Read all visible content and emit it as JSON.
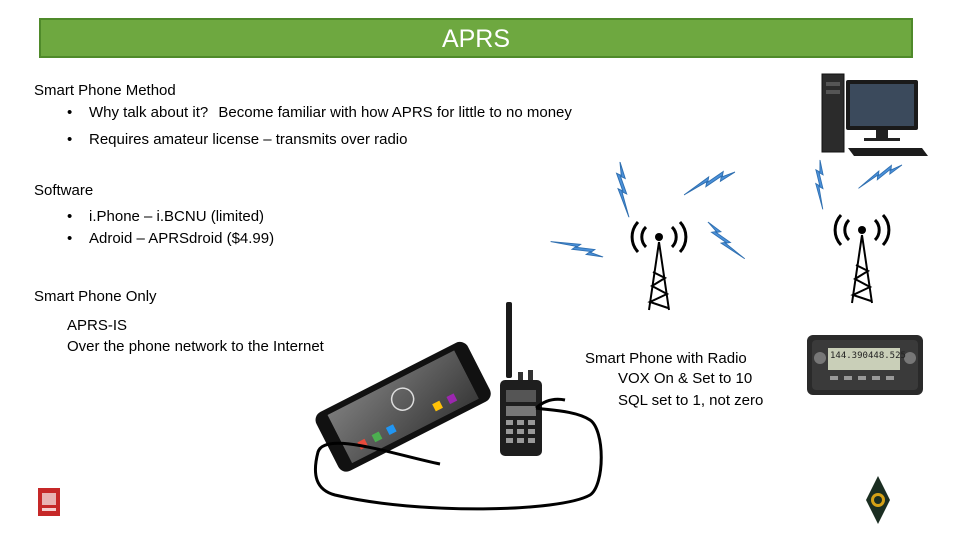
{
  "title": "APRS",
  "sections": {
    "smart_phone_method": {
      "heading": "Smart Phone Method",
      "bullets": [
        {
          "text": "Why talk about it?",
          "extra": "Become familiar with how APRS for little to no money"
        },
        {
          "text": "Requires amateur license – transmits over radio"
        }
      ]
    },
    "software": {
      "heading": "Software",
      "bullets": [
        {
          "text": "i.Phone – i.BCNU (limited)"
        },
        {
          "text": "Adroid – APRSdroid ($4.99)"
        }
      ]
    },
    "smart_phone_only": {
      "heading": "Smart Phone Only",
      "line1": "APRS-IS",
      "line2": "Over the phone network to the Internet"
    },
    "smart_phone_radio": {
      "heading": "Smart Phone with Radio",
      "line1": "VOX On & Set to 10",
      "line2": "SQL set to 1, not zero"
    }
  },
  "radio_display": {
    "freq_a": "144.390",
    "freq_b": "448.525"
  },
  "colors": {
    "title_bg": "#6ea840",
    "lightning": "#4a90d9"
  }
}
